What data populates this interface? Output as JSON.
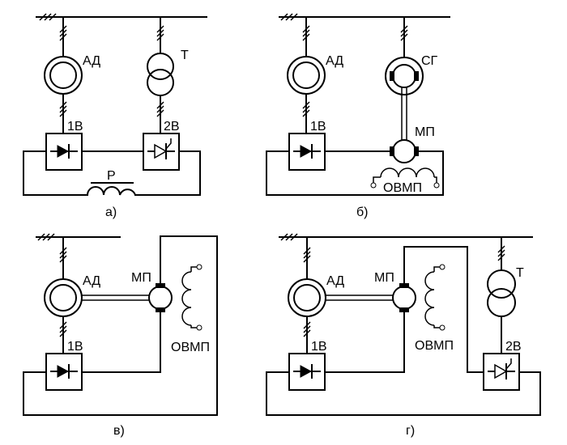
{
  "figure": {
    "panels": [
      {
        "id": "a",
        "caption": "а)",
        "labels": {
          "motor": "АД",
          "transformer": "Т",
          "rectifier1": "1В",
          "rectifier2": "2В",
          "reactor": "Р"
        }
      },
      {
        "id": "b",
        "caption": "б)",
        "labels": {
          "motor": "АД",
          "generator": "СГ",
          "rectifier1": "1В",
          "dc_machine": "МП",
          "field_winding": "ОВМП"
        }
      },
      {
        "id": "v",
        "caption": "в)",
        "labels": {
          "motor": "АД",
          "rectifier1": "1В",
          "dc_machine": "МП",
          "field_winding": "ОВМП"
        }
      },
      {
        "id": "g",
        "caption": "г)",
        "labels": {
          "motor": "АД",
          "transformer": "Т",
          "rectifier1": "1В",
          "rectifier2": "2В",
          "dc_machine": "МП",
          "field_winding": "ОВМП"
        }
      }
    ]
  }
}
